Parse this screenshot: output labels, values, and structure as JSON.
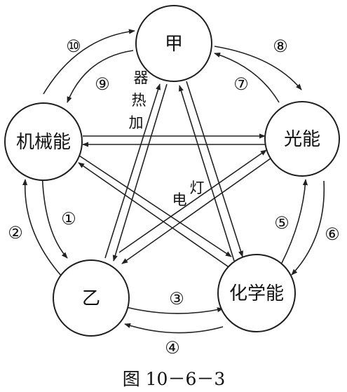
{
  "nodes": {
    "jia": "甲",
    "light": "光能",
    "chemical": "化学能",
    "yi": "乙",
    "mechanical": "机械能"
  },
  "arrow_numbers": {
    "n1": "①",
    "n2": "②",
    "n3": "③",
    "n4": "④",
    "n5": "⑤",
    "n6": "⑥",
    "n7": "⑦",
    "n8": "⑧",
    "n9": "⑨",
    "n10": "⑩"
  },
  "side_labels": {
    "heater": [
      "器",
      "热",
      "加"
    ],
    "lamp": [
      "灯",
      "电"
    ]
  },
  "caption": "图 10－6－3"
}
